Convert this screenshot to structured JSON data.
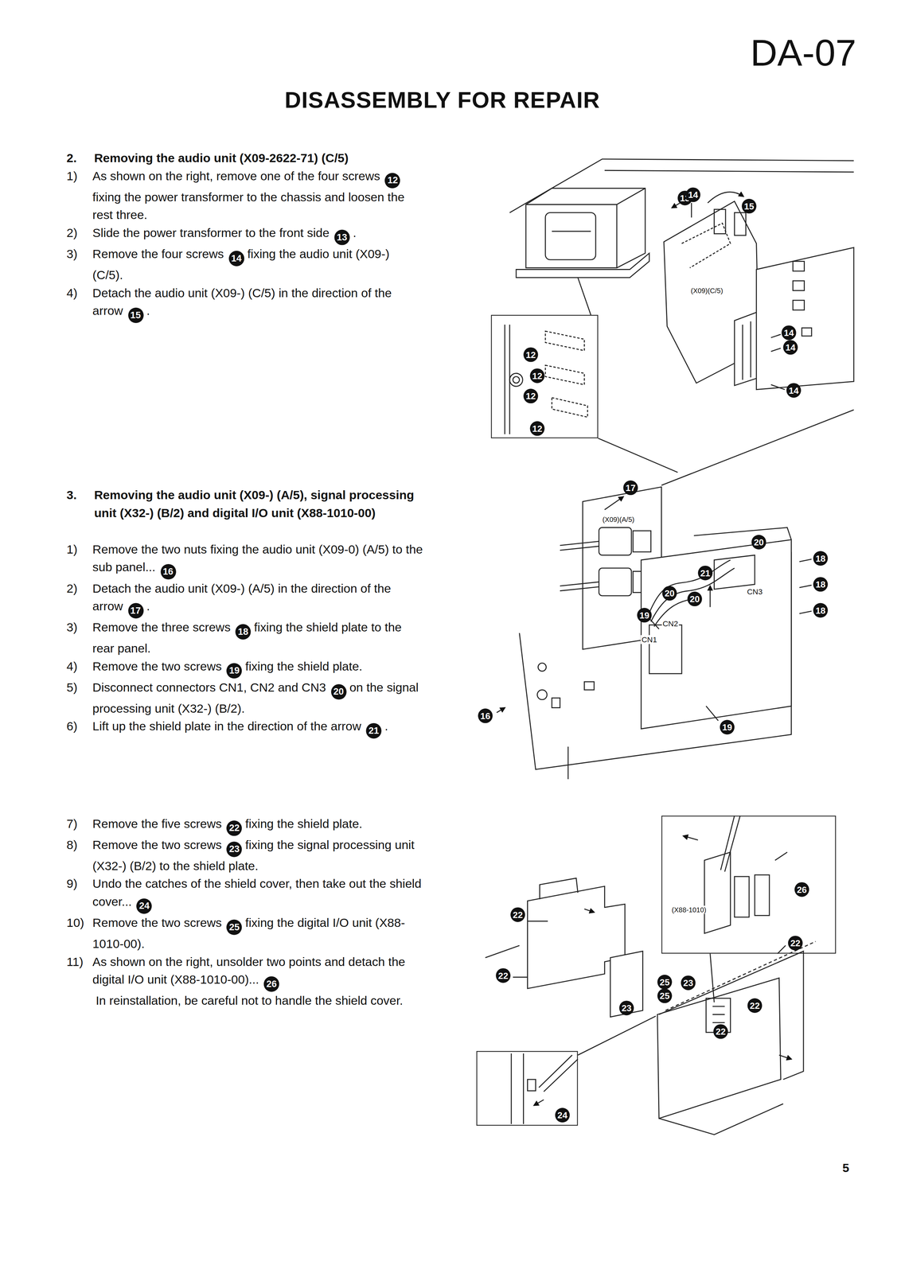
{
  "diagram": {
    "title": "DISASSEMBLY FOR REPAIR",
    "nodes": [
      {
        "text": [
          "12",
          "12",
          "12",
          "12"
        ]
      },
      {
        "text": [
          "(X88-1010)",
          "26"
        ]
      },
      {
        "text": [
          "24"
        ]
      }
    ],
    "labels": [
      "DA-07",
      "2.",
      "Removing the audio unit (X09-2622-71) (C/5)",
      "1)",
      "As shown on the right, remove one of the four screws",
      "12",
      "fixing the power transformer to the chassis and loosen the rest three.",
      "2)",
      "Slide the power transformer to the front side",
      "13",
      ".",
      "3)",
      "Remove the four screws",
      "14",
      "fixing the audio unit (X09-) (C/5).",
      "4)",
      "Detach the audio unit (X09-) (C/5) in the direction of the arrow",
      "15",
      ".",
      "3.",
      "Removing the audio unit (X09-) (A/5), signal processing unit (X32-) (B/2) and digital I/O unit (X88-1010-00)",
      "1)",
      "Remove the two nuts fixing the audio unit (X09-0) (A/5) to the sub panel...",
      "16",
      "2)",
      "Detach the audio unit (X09-) (A/5) in the direction of the arrow",
      "17",
      ".",
      "3)",
      "Remove the three screws",
      "18",
      "fixing the shield plate to the rear panel.",
      "4)",
      "Remove the two screws",
      "19",
      "fixing the shield plate.",
      "5)",
      "Disconnect connectors CN1, CN2 and CN3",
      "20",
      "on the signal processing unit (X32-) (B/2).",
      "6)",
      "Lift up the shield plate in the direction of the arrow",
      "21",
      ".",
      "7)",
      "Remove the five screws",
      "22",
      "fixing the shield plate.",
      "8)",
      "Remove the two screws",
      "23",
      "fixing the signal processing unit (X32-) (B/2) to the shield plate.",
      "9)",
      "Undo the catches of the shield cover, then take out the shield cover...",
      "24",
      "10)",
      "Remove the two screws",
      "25",
      "fixing the digital I/O unit (X88-1010-00).",
      "11)",
      "As shown on the right, unsolder two points and detach the digital I/O unit (X88-1010-00)...",
      "26",
      "In reinstallation, be careful not to handle the shield cover.",
      "13",
      "14",
      "15",
      "(X09)(C/5)",
      "14",
      "14",
      "14",
      "17",
      "(X09)(A/5)",
      "20",
      "21",
      "18",
      "18",
      "18",
      "CN3",
      "20",
      "20",
      "CN2",
      "CN1",
      "19",
      "16",
      "19",
      "22",
      "22",
      "23",
      "25",
      "25",
      "23",
      "22",
      "22",
      "22",
      "5"
    ]
  }
}
